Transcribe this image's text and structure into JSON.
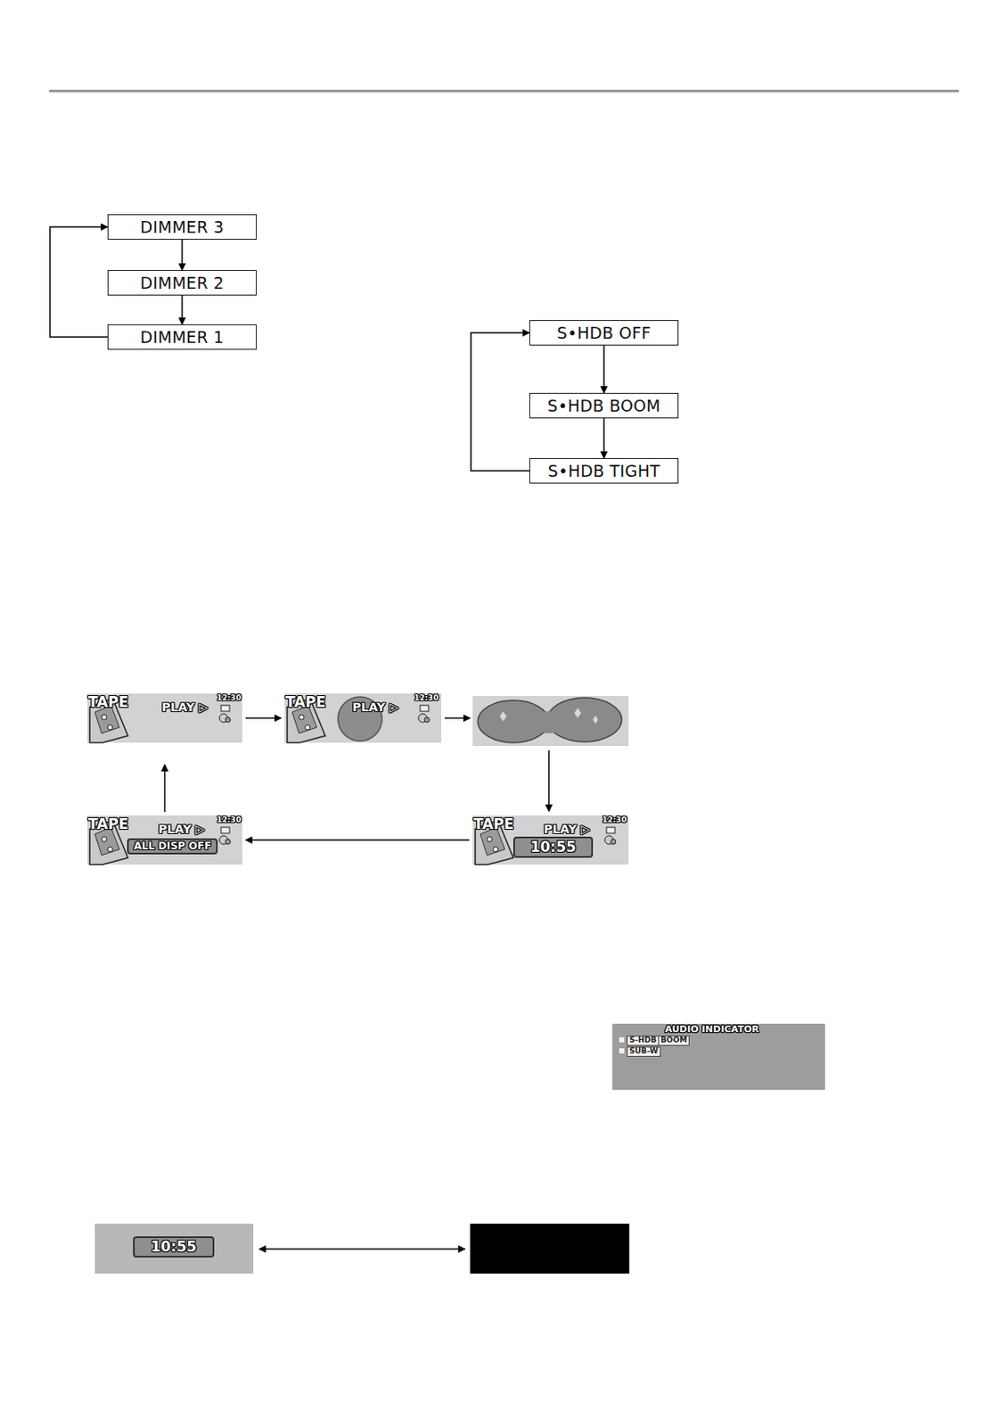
{
  "diagram": {
    "nodes": [
      {
        "text": [
          "DIMMER 3"
        ]
      },
      {
        "text": [
          "DIMMER 2"
        ]
      },
      {
        "text": [
          "DIMMER 1"
        ]
      },
      {
        "text": [
          "S•HDB OFF"
        ]
      },
      {
        "text": [
          "S•HDB BOOM"
        ]
      },
      {
        "text": [
          "S•HDB TIGHT"
        ]
      },
      {
        "text": [
          "TAPE",
          "PLAY ▷",
          "12:30"
        ]
      },
      {
        "text": [
          "TAPE",
          "PLAY ▷",
          "12:30"
        ]
      },
      {
        "text": [
          "TAPE",
          "PLAY ▷",
          "12:30",
          "ALL DISP OFF"
        ]
      },
      {
        "text": [
          "TAPE",
          "PLAY ▷",
          "12:30",
          "10:55"
        ]
      },
      {
        "text": [
          "AUDIO INDICATOR",
          "S-HDB",
          "BOOM",
          "SUB-W"
        ]
      },
      {
        "text": [
          "10:55"
        ]
      }
    ],
    "edges": [
      {
        "from": 0,
        "to": 1,
        "arrow": "to"
      },
      {
        "from": 1,
        "to": 2,
        "arrow": "to"
      },
      {
        "from": 2,
        "to": 0,
        "arrow": "to"
      },
      {
        "from": 3,
        "to": 4,
        "arrow": "to"
      },
      {
        "from": 4,
        "to": 5,
        "arrow": "to"
      },
      {
        "from": 5,
        "to": 3,
        "arrow": "to"
      },
      {
        "from": 6,
        "to": 7,
        "arrow": "to"
      },
      {
        "from": 9,
        "to": 8,
        "arrow": "to"
      },
      {
        "from": 8,
        "to": 6,
        "arrow": "to"
      }
    ]
  }
}
